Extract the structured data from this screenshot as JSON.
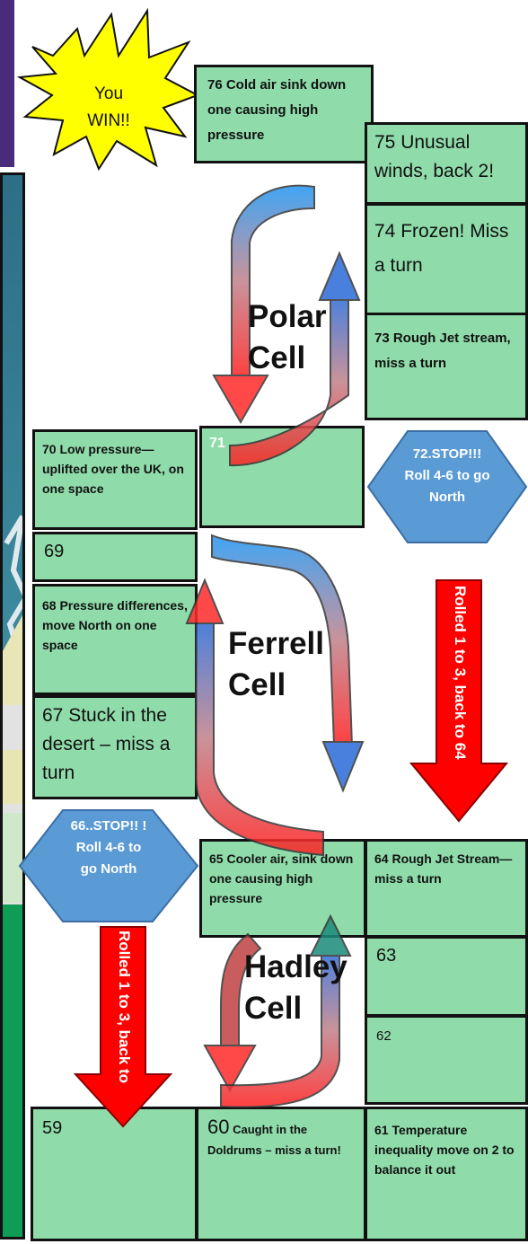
{
  "board": {
    "win_burst": {
      "line1": "You",
      "line2": "WIN!!"
    },
    "squares": {
      "s59": {
        "text": "59"
      },
      "s60": {
        "number": "60",
        "text": "Caught in the Doldrums – miss a turn!"
      },
      "s61": {
        "text": "61 Temperature inequality move on 2 to balance it out"
      },
      "s62": {
        "text": "62"
      },
      "s63": {
        "text": "63"
      },
      "s64": {
        "text": "64 Rough Jet Stream—miss a turn"
      },
      "s65": {
        "text": "65 Cooler air, sink down one causing high pressure"
      },
      "s66": {
        "text": "66..STOP!! ! Roll 4-6 to go North"
      },
      "s67": {
        "text": "67 Stuck in the desert – miss a turn"
      },
      "s68": {
        "text": "68 Pressure differences, move North on one space"
      },
      "s69": {
        "text": "69"
      },
      "s70": {
        "text": "70 Low pressure—uplifted over the UK, on one space"
      },
      "s71": {
        "text": "71"
      },
      "s72": {
        "text": "72.STOP!!! Roll 4-6 to go North"
      },
      "s73": {
        "text": "73 Rough Jet stream, miss a turn"
      },
      "s74": {
        "text": "74 Frozen! Miss a turn"
      },
      "s75": {
        "text": "75 Unusual winds, back 2!"
      },
      "s76": {
        "text": "76 Cold air sink down one causing high pressure"
      }
    },
    "cells": {
      "polar": {
        "line1": "Polar",
        "line2": "Cell"
      },
      "ferrell": {
        "line1": "Ferrell",
        "line2": "Cell"
      },
      "hadley": {
        "line1": "Hadley",
        "line2": "Cell"
      }
    },
    "back_arrows": {
      "right": "Rolled 1 to 3, back to 64",
      "left": "Rolled 1 to 3, back to"
    },
    "colors": {
      "square": "#8fdcaa",
      "hexagon": "#5b9bd5",
      "back_arrow": "#ff0000",
      "win_burst": "#ffff00",
      "left_panel": "#2e7f8c"
    }
  }
}
